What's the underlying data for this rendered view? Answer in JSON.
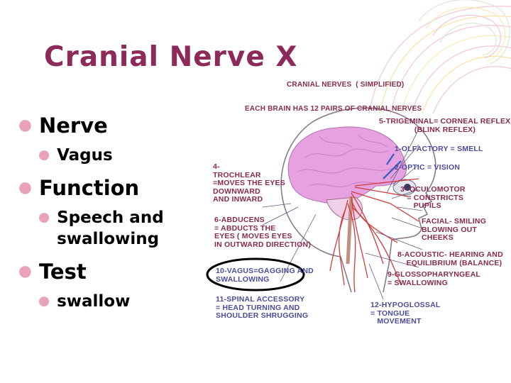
{
  "slide": {
    "title": "Cranial Nerve X",
    "bullets": [
      {
        "label": "Nerve",
        "sub": [
          "Vagus"
        ]
      },
      {
        "label": "Function",
        "sub": [
          "Speech and\nswallowing"
        ]
      },
      {
        "label": "Test",
        "sub": [
          "swallow"
        ]
      }
    ]
  },
  "diagram": {
    "heading": "CRANIAL NERVES  ( SIMPLIFIED)",
    "subheading": "EACH BRAIN HAS 12 PAIRS OF CRANIAL NERVES",
    "labels": {
      "trigeminal": "5-TRIGEMINAL= CORNEAL REFLEX\n                (BLINK REFLEX)",
      "olfactory": "1-OLFACTORY = SMELL",
      "optic": "2-OPTIC = VISION",
      "trochlear": "4-\nTROCHLEAR\n=MOVES THE EYES\nDOWNWARD\nAND INWARD",
      "oculomotor": "3- OCULOMOTOR\n   = CONSTRICTS\n      PUPILS",
      "abducens": "6-ABDUCENS\n= ABDUCTS THE\nEYES ( MOVES EYES\nIN OUTWARD DIRECTION)",
      "facial": "FACIAL- SMILING\nBLOWING OUT\nCHEEKS",
      "acoustic": "8-ACOUSTIC- HEARING AND\n    EQUILIBRIUM (BALANCE)",
      "vagus": "10-VAGUS=GAGGING AND\nSWALLOWING",
      "glosso": "9-GLOSSOPHARYNGEAL\n= SWALLOWING",
      "spinal": "11-SPINAL ACCESSORY\n= HEAD TURNING AND\nSHOULDER SHRUGGING",
      "hypoglossal": "12-HYPOGLOSSAL\n= TONGUE\n   MOVEMENT"
    }
  },
  "colors": {
    "title": "#8e2a5a",
    "bullet_dot": "#e9a3b8",
    "label_text": "#8a2a4a",
    "brain": "#e08ad8",
    "highlight_ring": "#000000"
  }
}
